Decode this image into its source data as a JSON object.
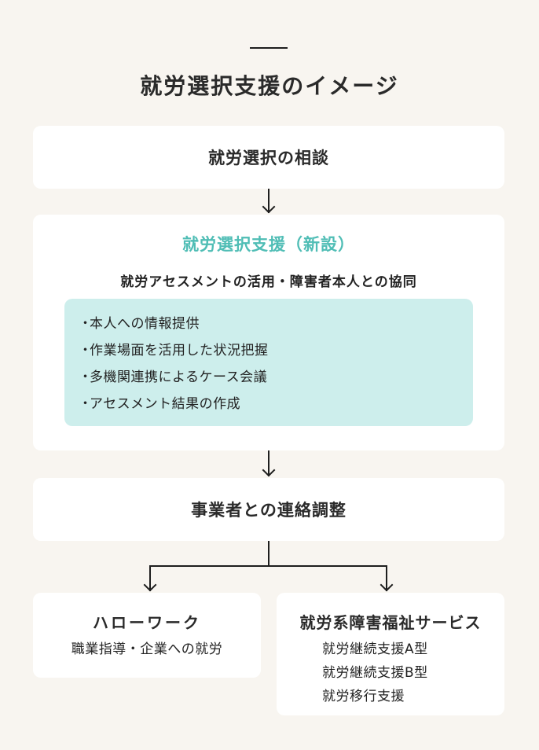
{
  "header": {
    "title": "就労選択支援のイメージ"
  },
  "flow": {
    "step1": {
      "label": "就労選択の相談"
    },
    "step2": {
      "title": "就労選択支援（新設）",
      "subtitle": "就労アセスメントの活用・障害者本人との協同",
      "bullet_marker": "・",
      "items": [
        "本人への情報提供",
        "作業場面を活用した状況把握",
        "多機関連携によるケース会議",
        "アセスメント結果の作成"
      ]
    },
    "step3": {
      "label": "事業者との連絡調整"
    },
    "branches": {
      "hellowork": {
        "title": "ハローワーク",
        "subtitle": "職業指導・企業への就労"
      },
      "welfare": {
        "title": "就労系障害福祉サービス",
        "items": [
          "就労継続支援A型",
          "就労継続支援B型",
          "就労移行支援"
        ]
      }
    }
  },
  "colors": {
    "background": "#f8f5f0",
    "box": "#ffffff",
    "accent_teal": "#4fbdb5",
    "panel_teal": "#cdeeec",
    "line": "#1e1e1e"
  }
}
